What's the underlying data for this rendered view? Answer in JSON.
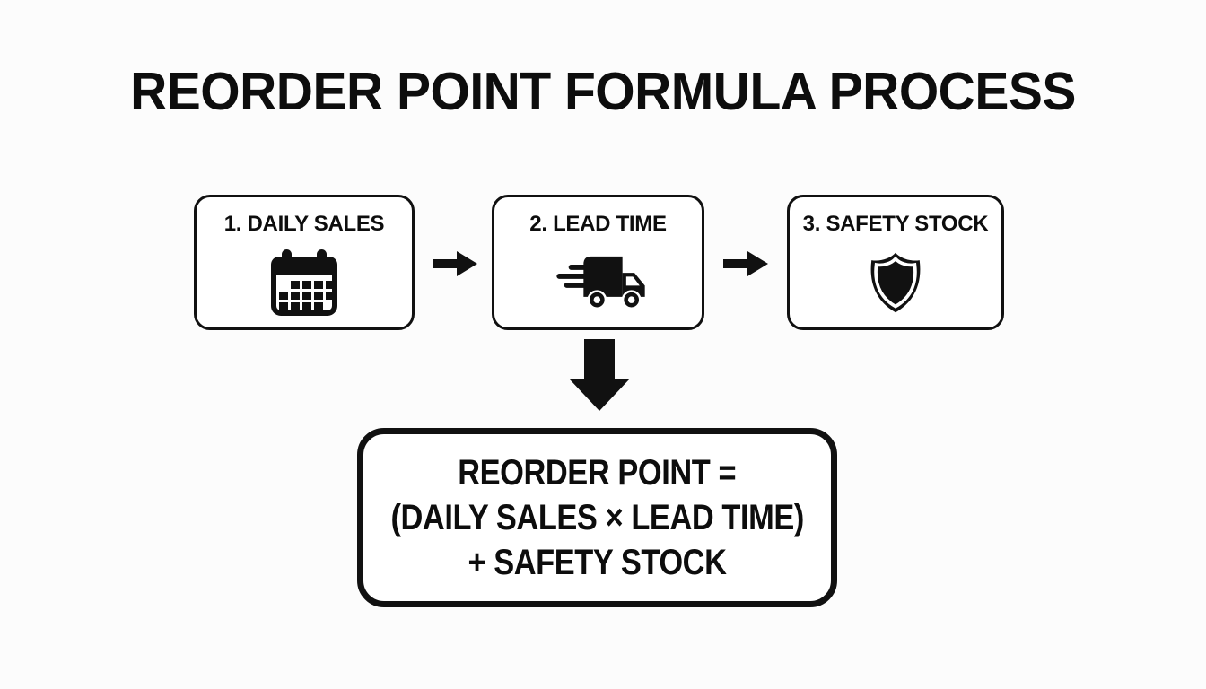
{
  "colors": {
    "background": "#fcfcfc",
    "ink": "#111111",
    "box_fill": "#ffffff"
  },
  "title": "REORDER POINT FORMULA PROCESS",
  "steps": [
    {
      "label": "1. DAILY SALES",
      "icon": "calendar-icon"
    },
    {
      "label": "2. LEAD TIME",
      "icon": "truck-icon"
    },
    {
      "label": "3. SAFETY STOCK",
      "icon": "shield-icon"
    }
  ],
  "connectors": {
    "between_steps": "arrow-right-icon",
    "to_formula": "arrow-down-icon"
  },
  "formula": {
    "lines": [
      "REORDER POINT =",
      "(DAILY SALES × LEAD TIME)",
      "+ SAFETY STOCK"
    ]
  }
}
